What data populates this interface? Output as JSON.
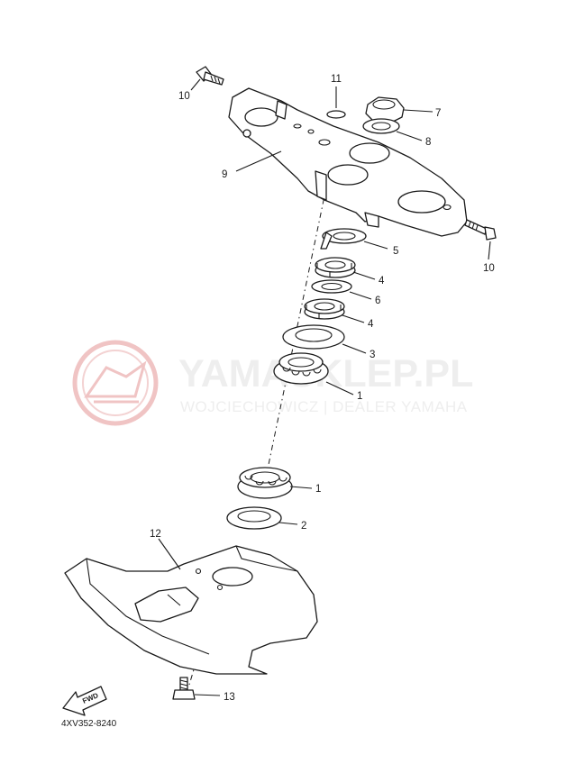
{
  "watermark": {
    "title": "YAMASKLEP.PL",
    "subtitle": "WOJCIECHOWICZ | DEALER YAMAHA",
    "logo_color": "#e8a4a4"
  },
  "diagram_code": "4XV352-8240",
  "fwd_label": "FWD",
  "callouts": {
    "c10a": "10",
    "c11": "11",
    "c7": "7",
    "c8": "8",
    "c9": "9",
    "c10b": "10",
    "c5": "5",
    "c4a": "4",
    "c6": "6",
    "c4b": "4",
    "c3": "3",
    "c1a": "1",
    "c1b": "1",
    "c2": "2",
    "c12": "12",
    "c13": "13"
  }
}
